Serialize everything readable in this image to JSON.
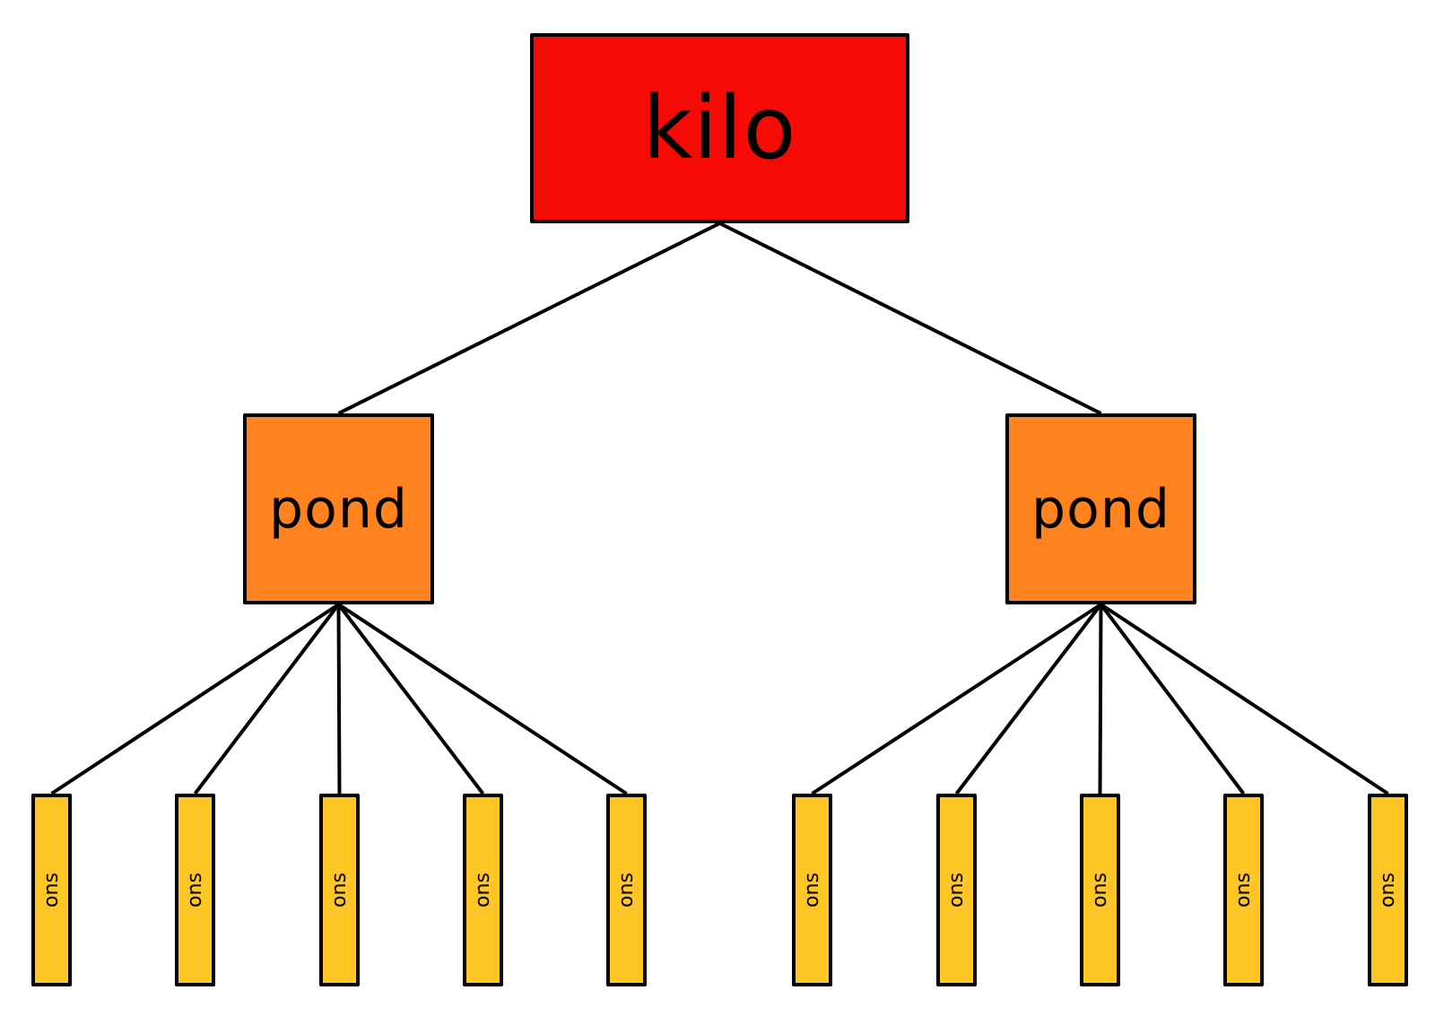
{
  "diagram": {
    "type": "tree",
    "colors": {
      "root": "#f50a05",
      "mid": "#fe831e",
      "leaf": "#fdc624",
      "line": "#000000"
    },
    "root": {
      "label": "kilo",
      "children": [
        {
          "label": "pond",
          "children": [
            {
              "label": "ons"
            },
            {
              "label": "ons"
            },
            {
              "label": "ons"
            },
            {
              "label": "ons"
            },
            {
              "label": "ons"
            }
          ]
        },
        {
          "label": "pond",
          "children": [
            {
              "label": "ons"
            },
            {
              "label": "ons"
            },
            {
              "label": "ons"
            },
            {
              "label": "ons"
            },
            {
              "label": "ons"
            }
          ]
        }
      ]
    }
  }
}
